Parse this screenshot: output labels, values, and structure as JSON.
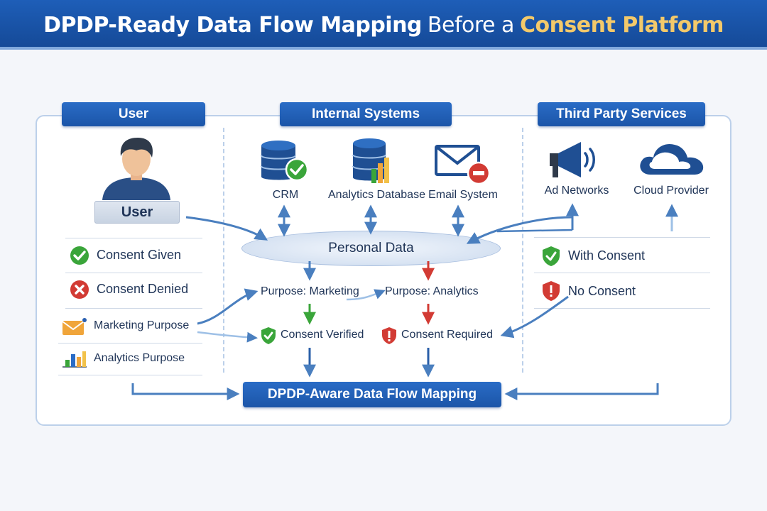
{
  "title": {
    "part1": "DPDP-Ready Data Flow Mapping",
    "part2": "Before a",
    "part3": "Consent Platform"
  },
  "sections": {
    "user": "User",
    "internal": "Internal Systems",
    "third_party": "Third Party Services"
  },
  "user_panel": {
    "badge": "User",
    "items": [
      "Consent Given",
      "Consent Denied",
      "Marketing Purpose",
      "Analytics Purpose"
    ]
  },
  "internal_systems": [
    "CRM",
    "Analytics Database",
    "Email System"
  ],
  "personal_data": "Personal Data",
  "purposes": {
    "marketing": "Purpose: Marketing",
    "analytics": "Purpose: Analytics"
  },
  "consent_status": {
    "verified": "Consent Verified",
    "required": "Consent Required"
  },
  "third_party": {
    "services": [
      "Ad Networks",
      "Cloud Provider"
    ],
    "statuses": [
      "With Consent",
      "No Consent"
    ]
  },
  "footer": "DPDP-Aware Data Flow Mapping",
  "colors": {
    "header_blue": "#1e5eb8",
    "accent_gold": "#f3c96a",
    "green": "#3aa53a",
    "red": "#d23b34",
    "arrow_blue": "#4a7fbf"
  }
}
